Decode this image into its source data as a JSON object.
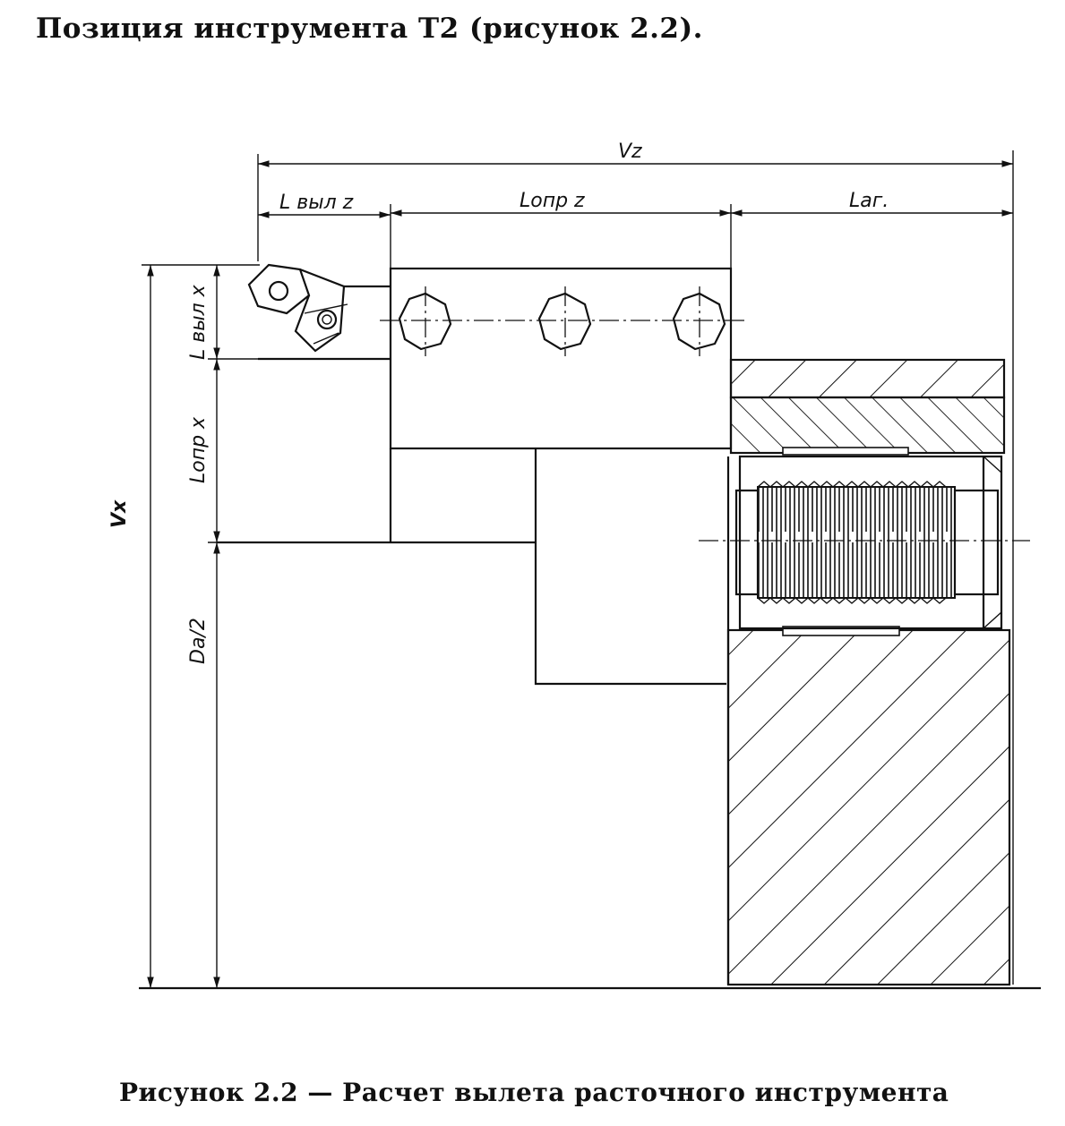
{
  "heading": "Позиция инструмента Т2 (рисунок 2.2).",
  "caption": "Рисунок 2.2 — Расчет вылета расточного инструмента",
  "dimensions": {
    "vz": "Vz",
    "l_vyl_z": "L выл z",
    "l_opr_z": "Lопр z",
    "l_ag": "Lаг.",
    "vx": "Vx",
    "l_vyl_x": "L выл x",
    "l_opr_x": "Lопр x",
    "d_half": "Dа/2"
  },
  "colors": {
    "ink": "#111111",
    "paper": "#ffffff"
  }
}
